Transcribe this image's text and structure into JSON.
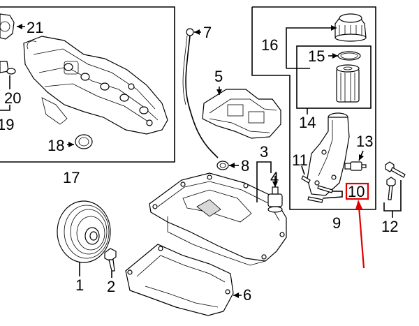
{
  "callouts": {
    "c1": "1",
    "c2": "2",
    "c3": "3",
    "c4": "4",
    "c5": "5",
    "c6": "6",
    "c7": "7",
    "c8": "8",
    "c9": "9",
    "c10": "10",
    "c11": "11",
    "c12": "12",
    "c13": "13",
    "c14": "14",
    "c15": "15",
    "c16": "16",
    "c17": "17",
    "c18": "18",
    "c19": "19",
    "c20": "20",
    "c21": "21"
  },
  "highlight": {
    "target": "10",
    "color": "#e00000"
  }
}
